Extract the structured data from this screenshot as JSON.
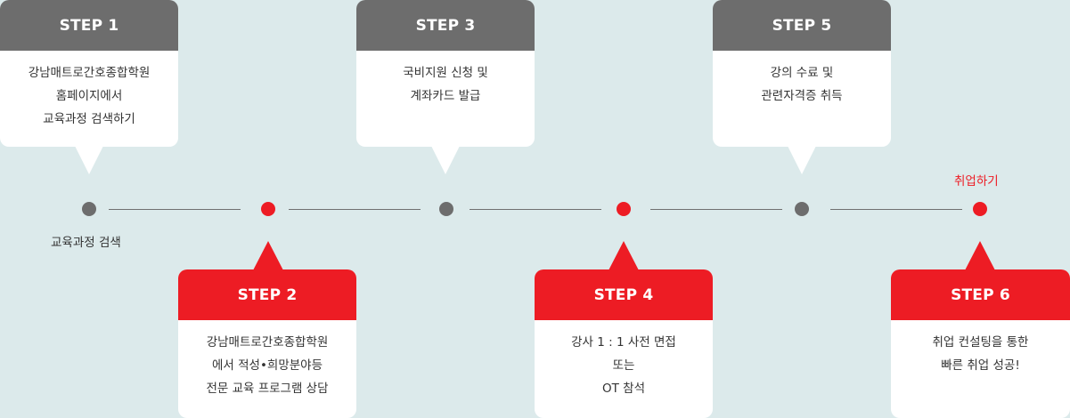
{
  "steps": [
    {
      "label": "STEP 1",
      "lines": [
        "강남매트로간호종합학원",
        "홈페이지에서",
        "교육과정 검색하기"
      ]
    },
    {
      "label": "STEP 2",
      "lines": [
        "강남매트로간호종합학원",
        "에서 적성•희망분야등",
        "전문 교육 프로그램 상담"
      ]
    },
    {
      "label": "STEP 3",
      "lines": [
        "국비지원 신청 및",
        "계좌카드 발급"
      ]
    },
    {
      "label": "STEP 4",
      "lines": [
        "강사 1 : 1 사전 면접",
        "또는",
        "OT 참석"
      ]
    },
    {
      "label": "STEP 5",
      "lines": [
        "강의 수료 및",
        "관련자격증 취득"
      ]
    },
    {
      "label": "STEP 6",
      "lines": [
        "취업 컨설팅을 통한",
        "빠른 취업 성공!"
      ]
    }
  ],
  "timeline": {
    "start_label": "교육과정 검색",
    "end_label": "취업하기"
  },
  "colors": {
    "gray": "#6d6d6d",
    "red": "#ed1c24",
    "background": "#dceaeb"
  }
}
